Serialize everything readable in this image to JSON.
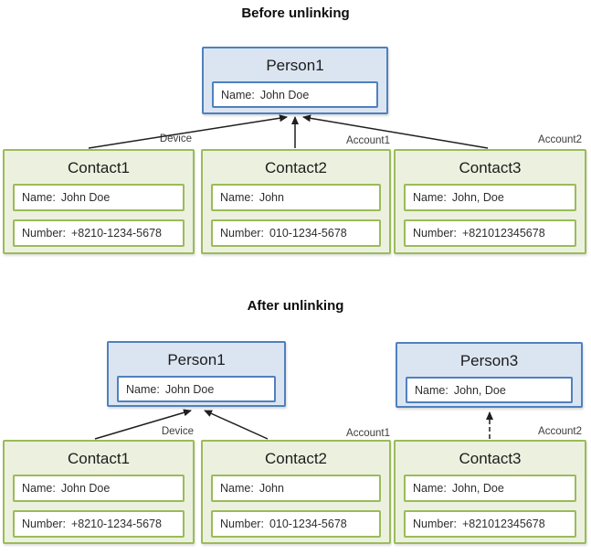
{
  "diagram": {
    "colors": {
      "person_border": "#4f81bd",
      "person_fill": "#dbe5f1",
      "contact_border": "#9bbb59",
      "contact_fill": "#ebf1de",
      "arrow": "#1f1f1f"
    },
    "sections": [
      {
        "title": "Before unlinking",
        "persons": [
          {
            "title": "Person1",
            "fields": [
              {
                "label": "Name:",
                "value": "John Doe"
              }
            ]
          }
        ],
        "contacts": [
          {
            "title": "Contact1",
            "link_label": "Device",
            "fields": [
              {
                "label": "Name:",
                "value": "John Doe"
              },
              {
                "label": "Number:",
                "value": "+8210-1234-5678"
              }
            ]
          },
          {
            "title": "Contact2",
            "link_label": "Account1",
            "fields": [
              {
                "label": "Name:",
                "value": "John"
              },
              {
                "label": "Number:",
                "value": "010-1234-5678"
              }
            ]
          },
          {
            "title": "Contact3",
            "link_label": "Account2",
            "fields": [
              {
                "label": "Name:",
                "value": "John, Doe"
              },
              {
                "label": "Number:",
                "value": "+821012345678"
              }
            ]
          }
        ]
      },
      {
        "title": "After unlinking",
        "persons": [
          {
            "title": "Person1",
            "fields": [
              {
                "label": "Name:",
                "value": "John Doe"
              }
            ]
          },
          {
            "title": "Person3",
            "fields": [
              {
                "label": "Name:",
                "value": "John, Doe"
              }
            ]
          }
        ],
        "contacts": [
          {
            "title": "Contact1",
            "link_label": "Device",
            "fields": [
              {
                "label": "Name:",
                "value": "John Doe"
              },
              {
                "label": "Number:",
                "value": "+8210-1234-5678"
              }
            ]
          },
          {
            "title": "Contact2",
            "link_label": "Account1",
            "fields": [
              {
                "label": "Name:",
                "value": "John"
              },
              {
                "label": "Number:",
                "value": "010-1234-5678"
              }
            ]
          },
          {
            "title": "Contact3",
            "link_label": "Account2",
            "fields": [
              {
                "label": "Name:",
                "value": "John, Doe"
              },
              {
                "label": "Number:",
                "value": "+821012345678"
              }
            ]
          }
        ]
      }
    ]
  }
}
